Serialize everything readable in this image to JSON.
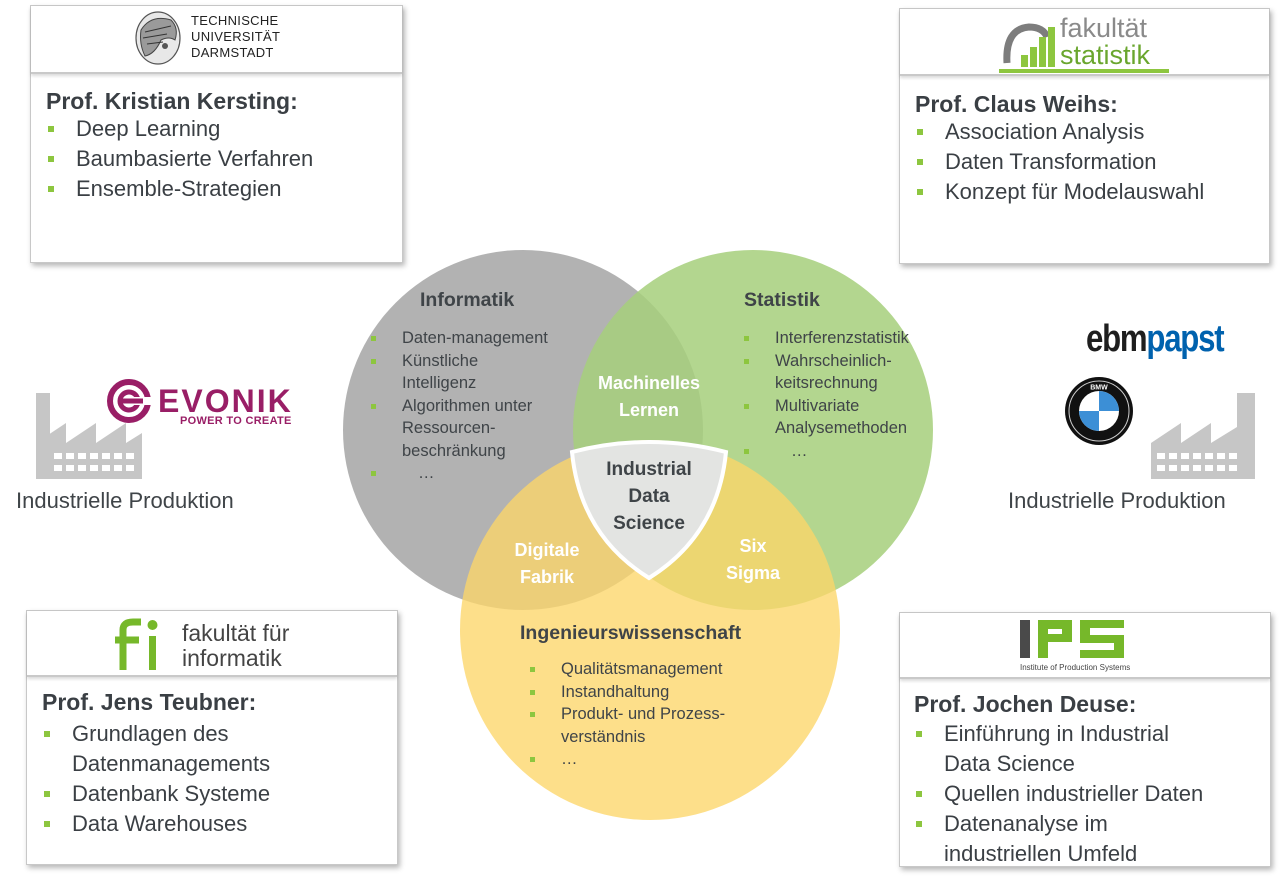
{
  "cards": {
    "tu": {
      "logo_text": [
        "TECHNISCHE",
        "UNIVERSITÄT",
        "DARMSTADT"
      ],
      "prof": "Prof. Kristian Kersting:",
      "topics": [
        "Deep Learning",
        "Baumbasierte Verfahren",
        "Ensemble-Strategien"
      ]
    },
    "statistik": {
      "logo_text": [
        "fakultät",
        "statistik"
      ],
      "prof": "Prof. Claus Weihs:",
      "topics": [
        "Association Analysis",
        "Daten Transformation",
        "Konzept für Modelauswahl"
      ]
    },
    "informatik": {
      "logo_text": [
        "fakultät für",
        "informatik"
      ],
      "prof": "Prof. Jens Teubner:",
      "topics": [
        "Grundlagen des",
        "Datenmanagements",
        "Datenbank Systeme",
        "Data Warehouses"
      ]
    },
    "ips": {
      "logo_text": [
        "IPS",
        "Institute of Production Systems"
      ],
      "prof": "Prof. Jochen Deuse:",
      "topics": [
        "Einführung in Industrial",
        "Data Science",
        "Quellen industrieller Daten",
        "Datenanalyse im",
        "industriellen Umfeld"
      ]
    }
  },
  "venn": {
    "informatik": {
      "title": "Informatik",
      "items": [
        "Daten-management",
        "Künstliche",
        "Intelligenz",
        "Algorithmen unter",
        "Ressourcen-",
        "beschränkung",
        "…"
      ]
    },
    "statistik": {
      "title": "Statistik",
      "items": [
        "Interferenzstatistik",
        "Wahrscheinlich-",
        "keitsrechnung",
        "Multivariate",
        "Analysemethoden",
        "…"
      ]
    },
    "ingenieur": {
      "title": "Ingenieurswissenschaft",
      "items": [
        "Qualitätsmanagement",
        "Instandhaltung",
        "Produkt- und Prozess-",
        "verständnis",
        "…"
      ]
    },
    "overlaps": {
      "ml": [
        "Machinelles",
        "Lernen"
      ],
      "digital": [
        "Digitale",
        "Fabrik"
      ],
      "sixsigma": [
        "Six",
        "Sigma"
      ]
    },
    "center": [
      "Industrial",
      "Data",
      "Science"
    ]
  },
  "industry": {
    "left": {
      "logo_main": "EVONIK",
      "logo_tag": "POWER TO CREATE",
      "label": "Industrielle Produktion"
    },
    "right": {
      "logo_a": "ebm",
      "logo_b": "papst",
      "bmw": "BMW",
      "label": "Industrielle Produktion"
    }
  },
  "colors": {
    "bullet_green": "#8dc63f",
    "informatik_circle": "#9c9c9c",
    "statistik_circle": "#a6cf7b",
    "ingenieur_circle": "#fcd669",
    "evonik_purple": "#991e66",
    "ebm_dark": "#1e1e1e",
    "papst_blue": "#0062ae",
    "fi_green": "#76b82a"
  }
}
